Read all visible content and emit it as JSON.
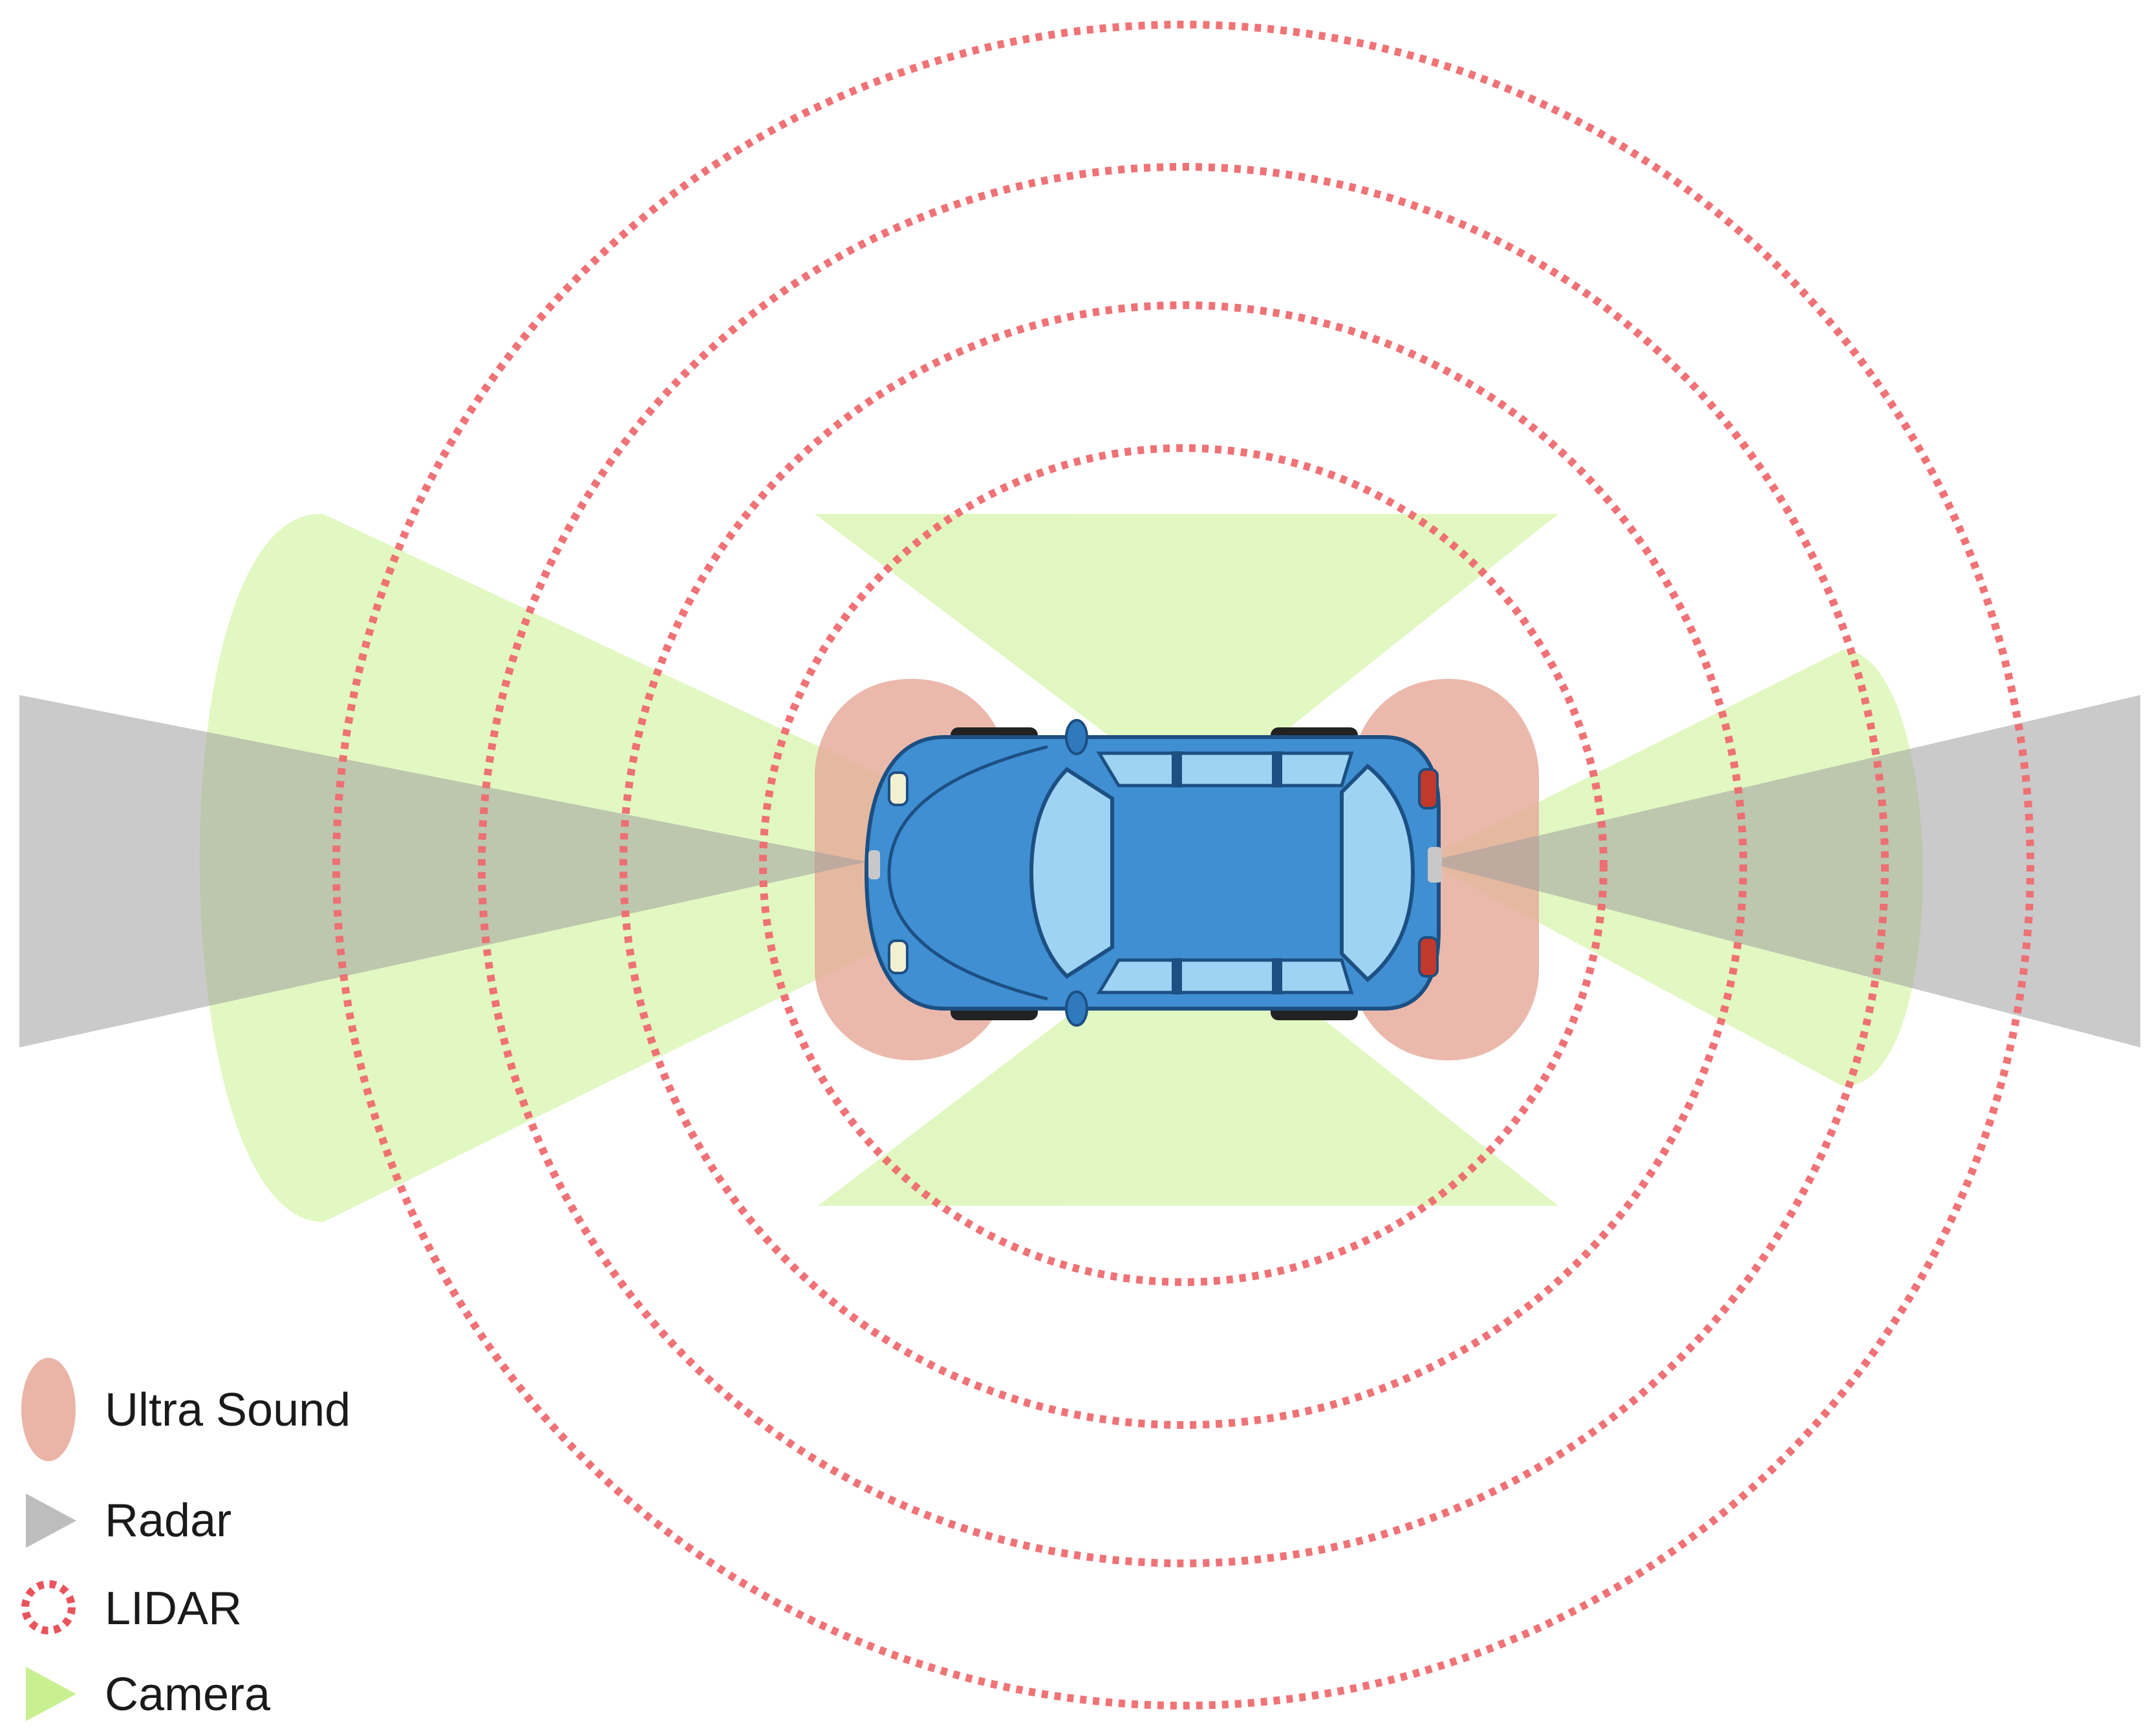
{
  "legend": {
    "items": [
      {
        "label": "Ultra Sound",
        "icon": "ellipse-icon",
        "color": "#e6a897"
      },
      {
        "label": "Radar",
        "icon": "triangle-icon",
        "color": "#bdbdbd"
      },
      {
        "label": "LIDAR",
        "icon": "dotted-circle-icon",
        "color": "#e8545c"
      },
      {
        "label": "Camera",
        "icon": "triangle-icon",
        "color": "#c8f090"
      }
    ]
  },
  "colors": {
    "ultrasound": "#e6a897",
    "radar": "#9e9e9e",
    "lidar": "#ef6b6f",
    "camera": "#d5f5a8",
    "car_body": "#3f8fd2",
    "car_window": "#9fd3f3"
  }
}
